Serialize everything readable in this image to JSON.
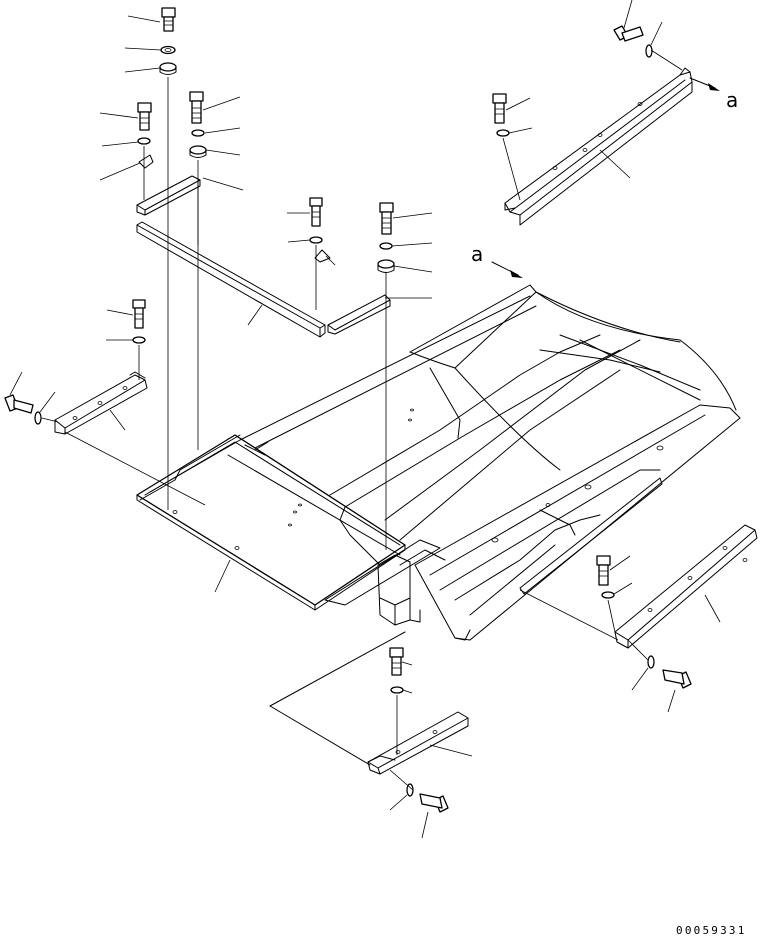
{
  "diagram": {
    "view_labels": [
      "a",
      "a"
    ],
    "drawing_number": "00059331",
    "colors": {
      "line": "#000000",
      "background": "#ffffff"
    }
  }
}
